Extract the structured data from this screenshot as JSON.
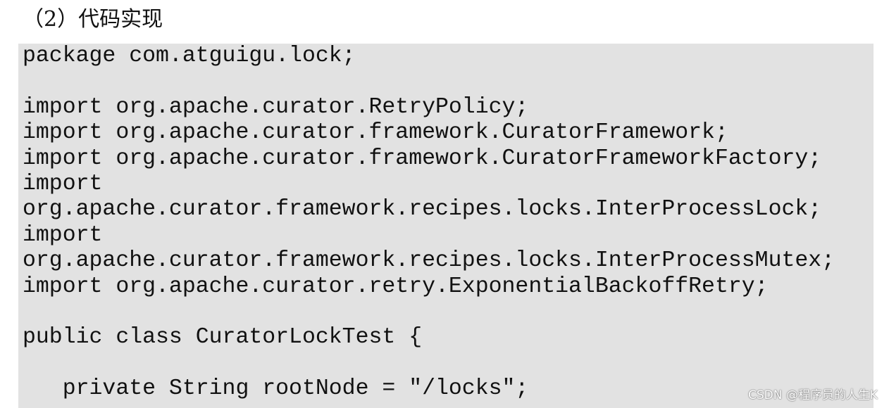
{
  "heading": "（2）代码实现",
  "code_lines": [
    "package com.atguigu.lock;",
    "",
    "import org.apache.curator.RetryPolicy;",
    "import org.apache.curator.framework.CuratorFramework;",
    "import org.apache.curator.framework.CuratorFrameworkFactory;",
    "import",
    "org.apache.curator.framework.recipes.locks.InterProcessLock;",
    "import",
    "org.apache.curator.framework.recipes.locks.InterProcessMutex;",
    "import org.apache.curator.retry.ExponentialBackoffRetry;",
    "",
    "public class CuratorLockTest {",
    "",
    "   private String rootNode = \"/locks\";"
  ],
  "watermark": "CSDN @程序员的人生K"
}
